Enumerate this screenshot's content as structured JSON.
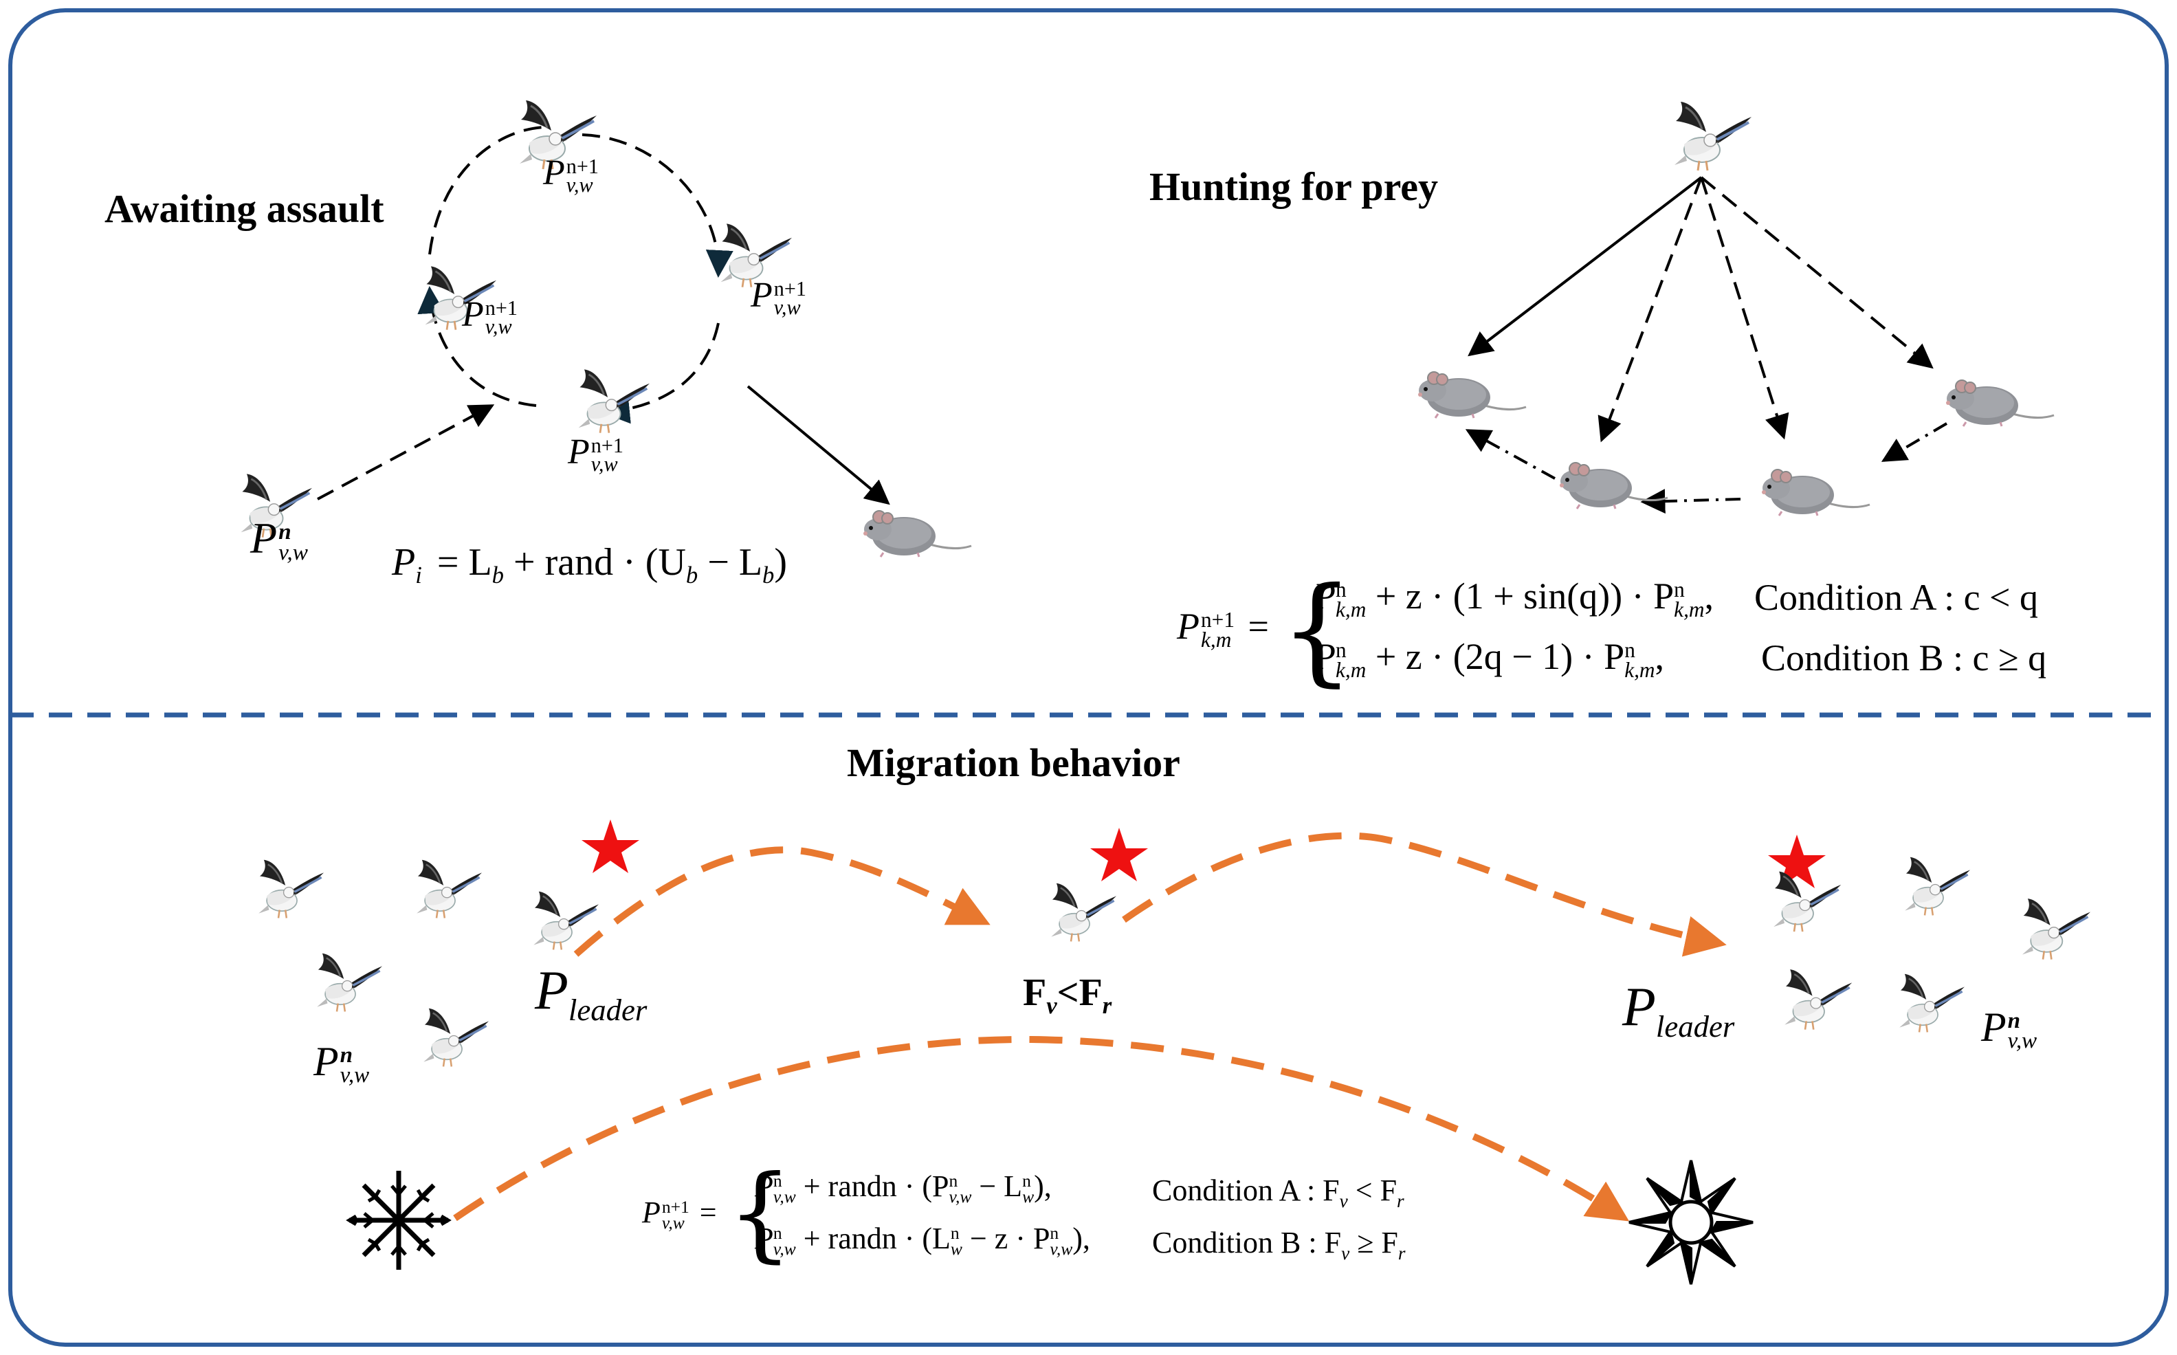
{
  "labels": {
    "awaiting_assault": "Awaiting assault",
    "hunting_for_prey": "Hunting for prey",
    "migration_behavior": "Migration behavior",
    "p_leader_base": "P",
    "leader_sub": "leader",
    "fv_fr_F1": "F",
    "fv_fr_v": "v",
    "fv_fr_lt": "<",
    "fv_fr_F2": "F",
    "fv_fr_r": "r"
  },
  "math": {
    "P": "P",
    "n": "n",
    "n_plus_1": "n+1",
    "vw": "v,w",
    "km": "k,m",
    "equals": "=",
    "init_lhs": "P",
    "init_sub": "i",
    "init_rhs": "= L",
    "b": "b",
    "rand": "rand",
    "init_paren": "(U",
    "minus_L": "− L",
    "close": ")",
    "hunt_line1": "+ z · (1 + sin(q)) · P",
    "hunt_line2": "+ z · (2q − 1) · P",
    "cond_A_hunt": "Condition A : c < q",
    "cond_B_hunt": "Condition B : c ≥ q",
    "mig_line1a": "+ randn · (P",
    "mig_line1b": "− L",
    "mig_line1c": "),",
    "mig_line2a": "+ randn · (L",
    "mig_line2b": "− z · P",
    "mig_line2c": "),",
    "cond_A_mig": "Condition  A : F",
    "cond_B_mig": "Condition  B : F",
    "lt_Fr": "< F",
    "ge_Fr": "≥ F",
    "v": "v",
    "r": "r",
    "w": "w",
    "comma": ","
  },
  "icons": [
    "bird-icon",
    "mouse-icon",
    "star-icon",
    "snowflake-icon",
    "sun-icon"
  ],
  "colors": {
    "frame": "#2e5d9e",
    "divider": "#2e5d9e",
    "migration_path": "#e8782f",
    "star": "#ee1111",
    "arrow": "#000000"
  }
}
